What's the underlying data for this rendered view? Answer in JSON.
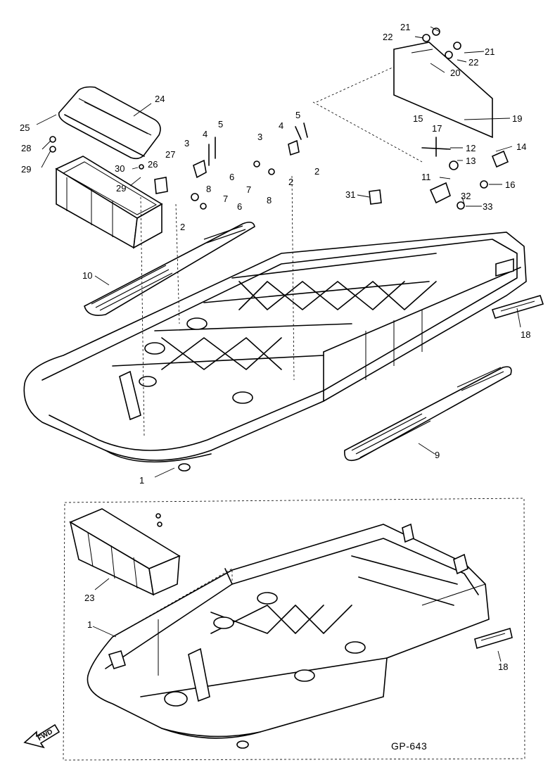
{
  "diagram": {
    "drawing_code": "GP-643",
    "direction_marker": "FWD",
    "upper_labels": [
      "1",
      "2",
      "2",
      "2",
      "3",
      "3",
      "4",
      "4",
      "5",
      "5",
      "6",
      "6",
      "7",
      "7",
      "8",
      "8",
      "9",
      "10",
      "11",
      "12",
      "13",
      "14",
      "15",
      "16",
      "17",
      "18",
      "19",
      "20",
      "21",
      "21",
      "22",
      "22",
      "24",
      "25",
      "26",
      "27",
      "28",
      "29",
      "29",
      "30",
      "31",
      "32",
      "33"
    ],
    "lower_labels": [
      "1",
      "18",
      "23"
    ]
  }
}
